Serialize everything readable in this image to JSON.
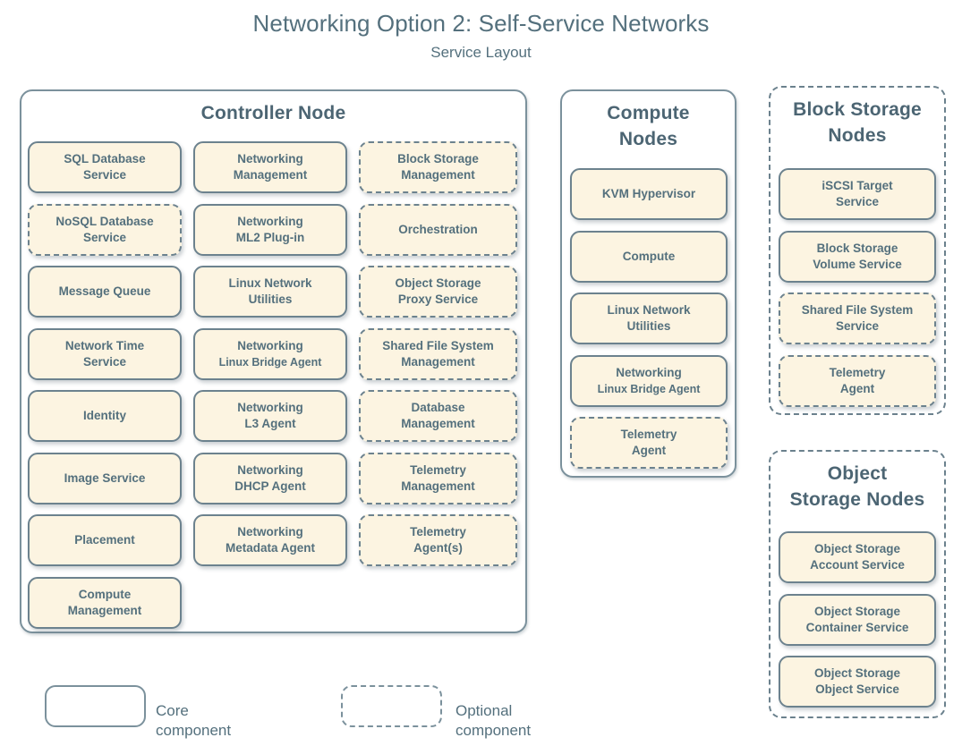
{
  "title": "Networking Option 2: Self-Service Networks",
  "subtitle": "Service Layout",
  "legend": {
    "core_label": "Core component",
    "optional_label": "Optional component"
  },
  "panels": {
    "controller": {
      "title": "Controller Node",
      "style": "solid",
      "columns": [
        [
          {
            "l1": "SQL Database",
            "l2": "Service",
            "style": "core"
          },
          {
            "l1": "NoSQL Database",
            "l2": "Service",
            "style": "optional"
          },
          {
            "l1": "Message Queue",
            "l2": "",
            "style": "core"
          },
          {
            "l1": "Network Time",
            "l2": "Service",
            "style": "core"
          },
          {
            "l1": "Identity",
            "l2": "",
            "style": "core"
          },
          {
            "l1": "Image Service",
            "l2": "",
            "style": "core"
          },
          {
            "l1": "Placement",
            "l2": "",
            "style": "core"
          },
          {
            "l1": "Compute",
            "l2": "Management",
            "style": "core"
          }
        ],
        [
          {
            "l1": "Networking",
            "l2": "Management",
            "style": "core"
          },
          {
            "l1": "Networking",
            "l2": "ML2 Plug-in",
            "style": "core"
          },
          {
            "l1": "Linux Network",
            "l2": "Utilities",
            "style": "core"
          },
          {
            "l1": "Networking",
            "l2": "Linux Bridge Agent",
            "style": "core",
            "small_sub": true
          },
          {
            "l1": "Networking",
            "l2": "L3 Agent",
            "style": "core"
          },
          {
            "l1": "Networking",
            "l2": "DHCP Agent",
            "style": "core"
          },
          {
            "l1": "Networking",
            "l2": "Metadata Agent",
            "style": "core"
          }
        ],
        [
          {
            "l1": "Block Storage",
            "l2": "Management",
            "style": "optional"
          },
          {
            "l1": "Orchestration",
            "l2": "",
            "style": "optional"
          },
          {
            "l1": "Object Storage",
            "l2": "Proxy Service",
            "style": "optional"
          },
          {
            "l1": "Shared File System",
            "l2": "Management",
            "style": "optional"
          },
          {
            "l1": "Database",
            "l2": "Management",
            "style": "optional"
          },
          {
            "l1": "Telemetry",
            "l2": "Management",
            "style": "optional"
          },
          {
            "l1": "Telemetry",
            "l2": "Agent(s)",
            "style": "optional"
          }
        ]
      ]
    },
    "compute": {
      "title_l1": "Compute",
      "title_l2": "Nodes",
      "style": "solid",
      "items": [
        {
          "l1": "KVM Hypervisor",
          "l2": "",
          "style": "core"
        },
        {
          "l1": "Compute",
          "l2": "",
          "style": "core"
        },
        {
          "l1": "Linux Network",
          "l2": "Utilities",
          "style": "core"
        },
        {
          "l1": "Networking",
          "l2": "Linux Bridge Agent",
          "style": "core",
          "small_sub": true
        },
        {
          "l1": "Telemetry",
          "l2": "Agent",
          "style": "optional"
        }
      ]
    },
    "block_storage": {
      "title_l1": "Block Storage",
      "title_l2": "Nodes",
      "style": "dashed",
      "items": [
        {
          "l1": "iSCSI Target",
          "l2": "Service",
          "style": "core"
        },
        {
          "l1": "Block Storage",
          "l2": "Volume Service",
          "style": "core"
        },
        {
          "l1": "Shared File System",
          "l2": "Service",
          "style": "optional"
        },
        {
          "l1": "Telemetry",
          "l2": "Agent",
          "style": "optional"
        }
      ]
    },
    "object_storage": {
      "title_l1": "Object",
      "title_l2": "Storage Nodes",
      "style": "dashed",
      "items": [
        {
          "l1": "Object Storage",
          "l2": "Account Service",
          "style": "core"
        },
        {
          "l1": "Object Storage",
          "l2": "Container Service",
          "style": "core"
        },
        {
          "l1": "Object Storage",
          "l2": "Object Service",
          "style": "core"
        }
      ]
    }
  },
  "colors": {
    "box_fill": "#fcf4e1",
    "border": "#6c828e",
    "text": "#54707d",
    "panel_border": "#7b919c",
    "background": "#ffffff"
  }
}
